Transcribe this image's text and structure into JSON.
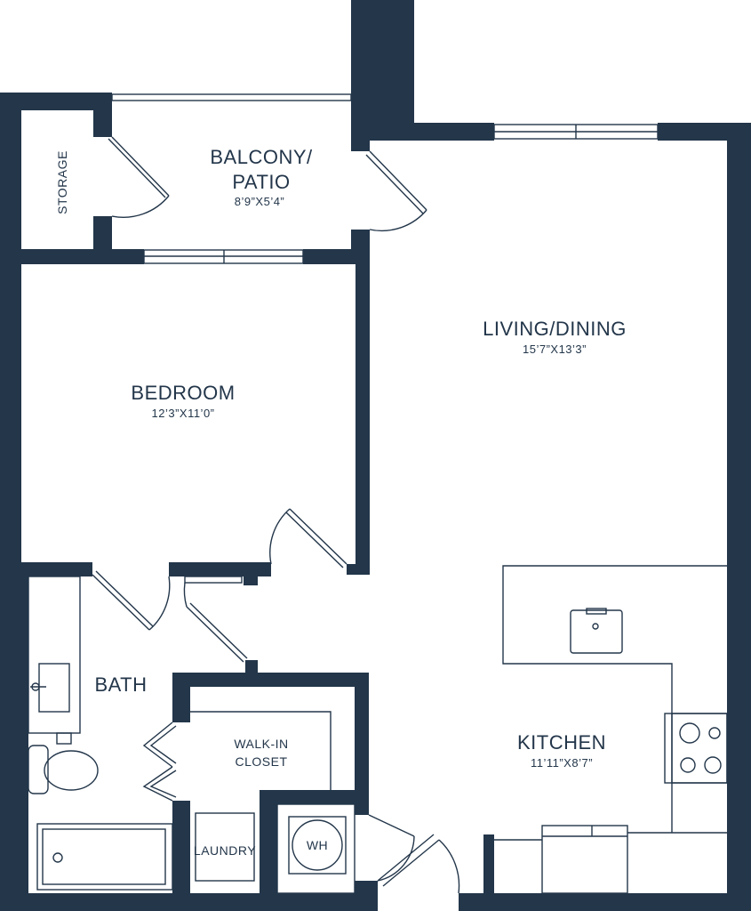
{
  "colors": {
    "wall": "#23364a",
    "background": "#ffffff"
  },
  "rooms": {
    "balcony": {
      "name_line1": "BALCONY/",
      "name_line2": "PATIO",
      "dimensions": "8’9”X5’4”"
    },
    "storage": {
      "name": "STORAGE"
    },
    "living": {
      "name": "LIVING/DINING",
      "dimensions": "15’7”X13’3”"
    },
    "bedroom": {
      "name": "BEDROOM",
      "dimensions": "12’3”X11’0”"
    },
    "bath": {
      "name": "BATH"
    },
    "closet": {
      "name_line1": "WALK-IN",
      "name_line2": "CLOSET"
    },
    "kitchen": {
      "name": "KITCHEN",
      "dimensions": "11’11”X8’7”"
    },
    "laundry": {
      "name": "LAUNDRY"
    },
    "water_heater": {
      "name": "WH"
    }
  }
}
